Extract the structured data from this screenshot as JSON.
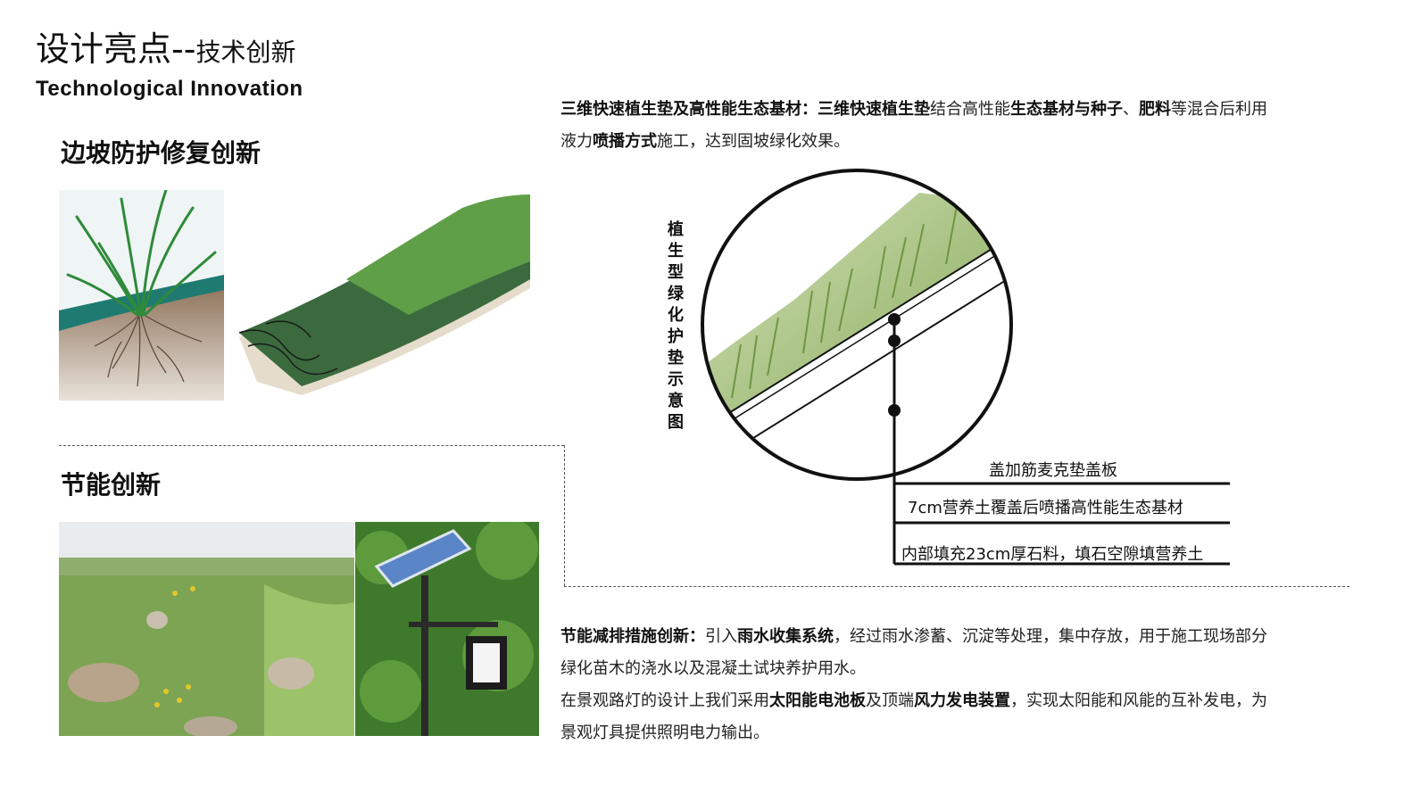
{
  "header": {
    "title_main": "设计亮点",
    "title_sep": "--",
    "title_sub": "技术创新",
    "title_en": "Technological Innovation"
  },
  "slope_section": {
    "heading": "边坡防护修复创新"
  },
  "energy_section": {
    "heading": "节能创新"
  },
  "mat_description": {
    "t1": "三维快速植生垫及高性能生态基材：三维快速植生垫",
    "t2": "结合高性能",
    "t3": "生态基材与种子",
    "t4": "、",
    "t5": "肥料",
    "t6": "等混合后利用",
    "t7": "液力",
    "t8": "喷播方式",
    "t9": "施工，达到固坡绿化效果。"
  },
  "diagram": {
    "vertical_title": "植生型绿化护垫示意图",
    "layers": [
      "盖加筋麦克垫盖板",
      "7cm营养土覆盖后喷播高性能生态基材",
      "内部填充23cm厚石料，填石空隙填营养土"
    ]
  },
  "energy_description": {
    "t1": "节能减排措施创新：",
    "t2": "引入",
    "t3": "雨水收集系统",
    "t4": "，经过雨水渗蓄、沉淀等处理，集中存放，用于施工现场部分",
    "t5": "绿化苗木的浇水以及混凝土试块养护用水。",
    "t6": "在景观路灯的设计上我们采用",
    "t7": "太阳能电池板",
    "t8": "及顶端",
    "t9": "风力发电装置",
    "t10": "，实现太阳能和风能的互补发电，为",
    "t11": "景观灯具提供照明电力输出。"
  },
  "colors": {
    "grass": "#4f8f3a",
    "soil": "#8a6e55"
  }
}
